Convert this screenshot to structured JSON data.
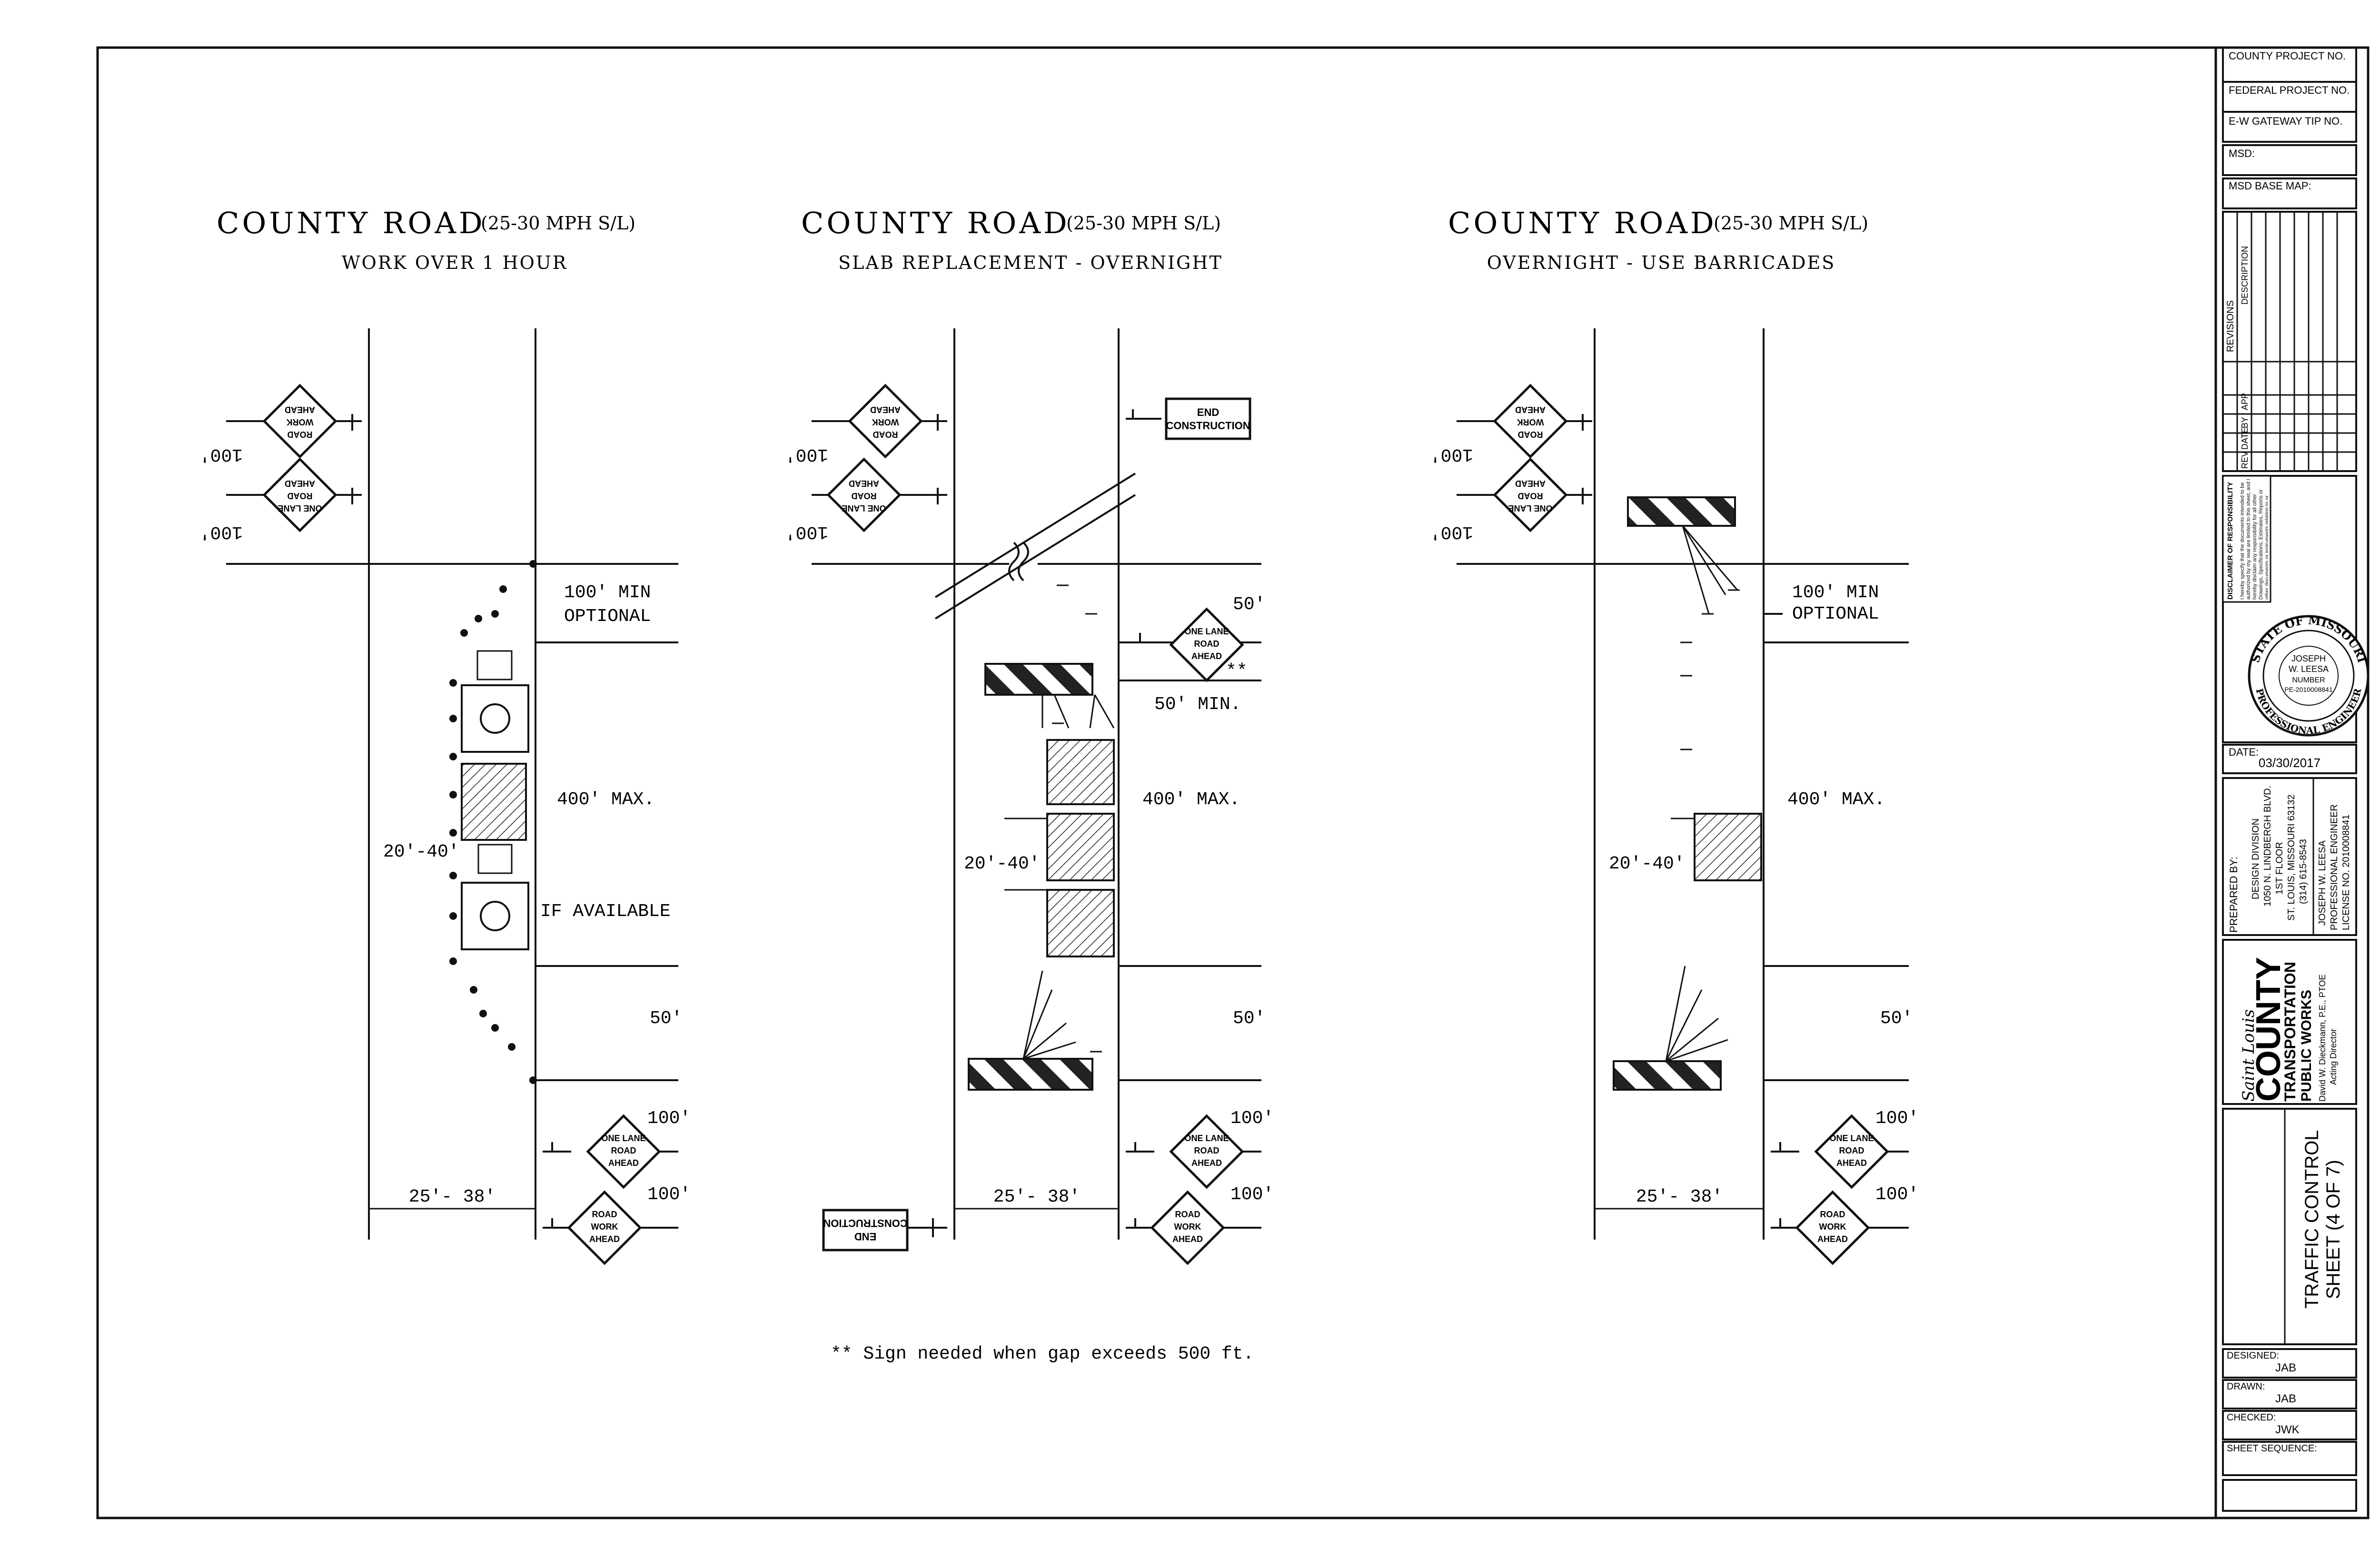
{
  "panels": [
    {
      "title": "COUNTY ROAD",
      "speed": "(25-30 MPH S/L)",
      "subtitle": "WORK OVER 1 HOUR",
      "dims": {
        "top_dist_1": "100'",
        "top_dist_2": "100'",
        "min_opt_1": "100' MIN",
        "min_opt_2": "OPTIONAL",
        "max": "400' MAX.",
        "spacing": "20'-40'",
        "if_available": "IF AVAILABLE",
        "taper": "50'",
        "bottom_dist_1": "100'",
        "bottom_dist_2": "100'",
        "width": "25'- 38'"
      }
    },
    {
      "title": "COUNTY ROAD",
      "speed": "(25-30 MPH S/L)",
      "subtitle": "SLAB REPLACEMENT - OVERNIGHT",
      "dims": {
        "top_dist_1": "100'",
        "top_dist_2": "100'",
        "fifty_top": "50'",
        "fifty_min": "50' MIN.",
        "max": "400' MAX.",
        "spacing": "20'-40'",
        "taper": "50'",
        "bottom_dist_1": "100'",
        "bottom_dist_2": "100'",
        "width": "25'- 38'",
        "double_star": "**"
      }
    },
    {
      "title": "COUNTY ROAD",
      "speed": "(25-30 MPH S/L)",
      "subtitle": "OVERNIGHT - USE BARRICADES",
      "dims": {
        "top_dist_1": "100'",
        "top_dist_2": "100'",
        "min_opt_1": "100' MIN",
        "min_opt_2": "OPTIONAL",
        "max": "400' MAX.",
        "spacing": "20'-40'",
        "taper": "50'",
        "bottom_dist_1": "100'",
        "bottom_dist_2": "100'",
        "width": "25'- 38'"
      }
    }
  ],
  "signs": {
    "road_work_ahead": [
      "ROAD",
      "WORK",
      "AHEAD"
    ],
    "one_lane_road_ahead": [
      "ONE LANE",
      "ROAD",
      "AHEAD"
    ],
    "end_construction": [
      "END",
      "CONSTRUCTION"
    ]
  },
  "footnote": "** Sign needed when gap exceeds 500 ft.",
  "title_block": {
    "county_project": "COUNTY PROJECT NO.",
    "federal_project": "FEDERAL PROJECT NO.",
    "gateway_tip": "E-W GATEWAY TIP NO.",
    "msd": "MSD:",
    "msd_base_map": "MSD BASE MAP:",
    "revisions": "REVISIONS",
    "rev_headers": [
      "REV",
      "DATE",
      "BY",
      "APP",
      "DESCRIPTION"
    ],
    "disclaimer_title": "DISCLAIMER OF RESPONSIBILITY",
    "disclaimer_text": "I hereby specify that the documents intended to be authorized by my seal are limited to this sheet, and I hereby disclaim any responsibility for all other Drawings, Specifications, Estimates, Reports or other documents or instruments relating to or intended to be used for any part or parts of the engineering project or survey.",
    "seal": {
      "state": "STATE OF MISSOURI",
      "name_1": "JOSEPH",
      "name_2": "W. LEESA",
      "number_label": "NUMBER",
      "number": "PE-2010008841",
      "profession": "PROFESSIONAL ENGINEER"
    },
    "date_label": "DATE:",
    "date": "03/30/2017",
    "prepared_by": "PREPARED BY:",
    "prepared_lines": [
      "DESIGN DIVISION",
      "1050 N. LINDBERGH BLVD.",
      "1ST FLOOR",
      "ST. LOUIS, MISSOURI 63132",
      "(314) 615-8543"
    ],
    "engineer_lines": [
      "JOSEPH W. LEESA",
      "PROFESSIONAL ENGINEER",
      "LICENSE NO. 2010008841"
    ],
    "logo": {
      "saint_louis": "Saint Louis",
      "county": "COUNTY",
      "transportation": "TRANSPORTATION",
      "public_works": "PUBLIC WORKS",
      "director": "David W. Dieckmann, P.E., PTOE",
      "director_title": "Acting Director"
    },
    "sheet_title_1": "TRAFFIC CONTROL",
    "sheet_title_2": "SHEET (4 OF 7)",
    "designed_label": "DESIGNED:",
    "designed": "JAB",
    "drawn_label": "DRAWN:",
    "drawn": "JAB",
    "checked_label": "CHECKED:",
    "checked": "JWK",
    "sheet_sequence": "SHEET SEQUENCE:"
  }
}
